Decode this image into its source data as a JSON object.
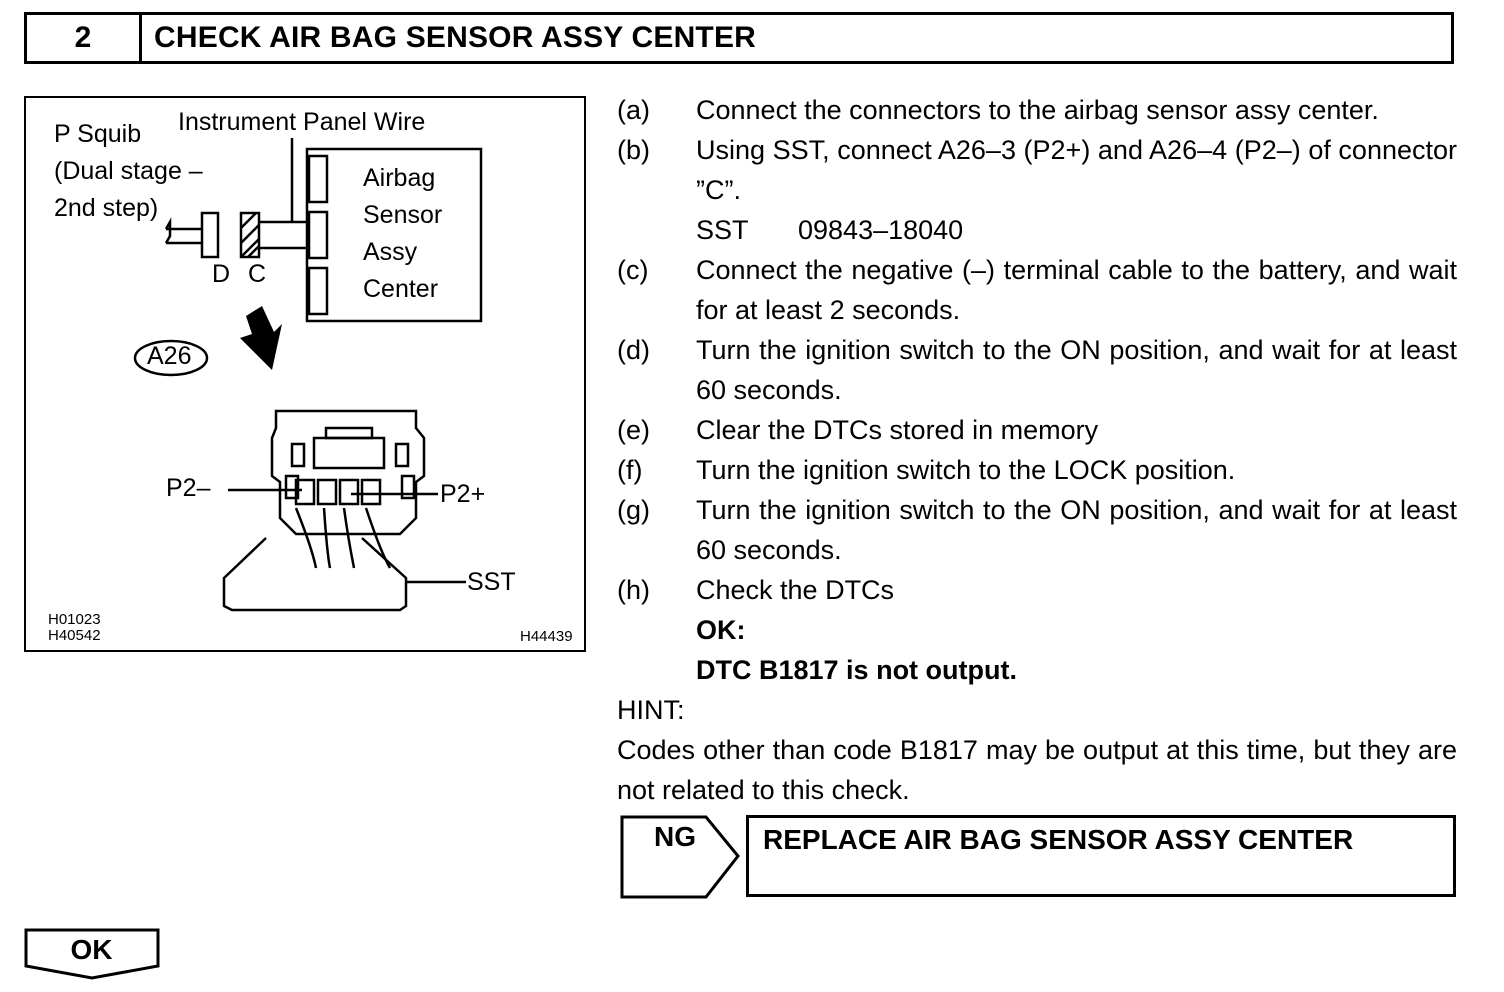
{
  "header": {
    "step_number": "2",
    "title": "CHECK AIR BAG SENSOR ASSY CENTER"
  },
  "figure": {
    "labels": {
      "p_squib": [
        "P Squib",
        "(Dual stage –",
        "2nd step)"
      ],
      "wire": "Instrument Panel Wire",
      "sensor": [
        "Airbag",
        "Sensor",
        "Assy",
        "Center"
      ],
      "conn_d": "D",
      "conn_c": "C",
      "connector_id": "A26",
      "p2_minus": "P2–",
      "p2_plus": "P2+",
      "sst": "SST"
    },
    "codes": [
      "H01023",
      "H40542"
    ],
    "figure_code": "H44439"
  },
  "steps": [
    {
      "letter": "(a)",
      "text": "Connect the connectors to the airbag sensor assy center."
    },
    {
      "letter": "(b)",
      "text": "Using SST, connect A26–3 (P2+) and A26–4 (P2–) of connector ”C”."
    },
    {
      "letter": "(c)",
      "text": "Connect the negative (–) terminal cable to the battery, and wait for at least 2 seconds."
    },
    {
      "letter": "(d)",
      "text": "Turn the ignition switch to the ON position, and wait for at least 60 seconds."
    },
    {
      "letter": "(e)",
      "text": "Clear the DTCs stored in memory"
    },
    {
      "letter": "(f)",
      "text": "Turn the ignition switch to the LOCK position."
    },
    {
      "letter": "(g)",
      "text": "Turn the ignition switch to the ON position, and wait for at least 60 seconds."
    },
    {
      "letter": "(h)",
      "text": "Check the DTCs"
    }
  ],
  "sst": {
    "label": "SST",
    "number": "09843–18040"
  },
  "ok_condition": {
    "label": "OK:",
    "text": "DTC B1817 is not output."
  },
  "hint": {
    "label": "HINT:",
    "text": "Codes other than code B1817 may be output at this time, but they are not related to this check."
  },
  "ng": {
    "label": "NG",
    "action": "REPLACE AIR BAG SENSOR ASSY CENTER"
  },
  "ok_button": {
    "label": "OK"
  }
}
